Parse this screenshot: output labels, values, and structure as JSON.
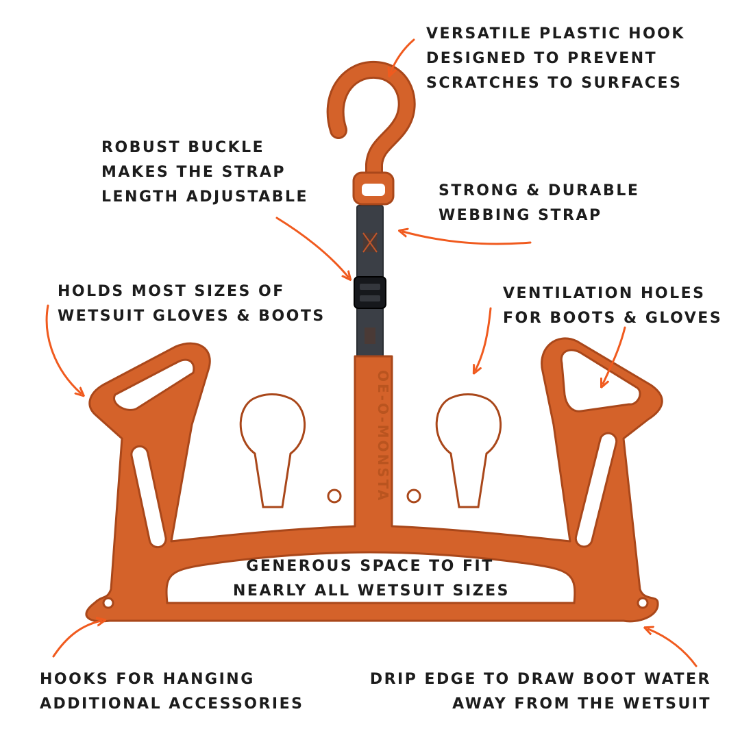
{
  "colors": {
    "hanger": "#d4622a",
    "hanger_edge": "#a9471a",
    "arrow": "#f05a1e",
    "strap": "#3b3f46",
    "text": "#1c1c1c"
  },
  "annotations": {
    "hook": [
      "VERSATILE PLASTIC HOOK",
      "DESIGNED TO PREVENT",
      "SCRATCHES TO SURFACES"
    ],
    "buckle": [
      "ROBUST BUCKLE",
      "MAKES THE STRAP",
      "LENGTH ADJUSTABLE"
    ],
    "strap": [
      "STRONG & DURABLE",
      "WEBBING STRAP"
    ],
    "holds": [
      "HOLDS MOST SIZES OF",
      "WETSUIT GLOVES & BOOTS"
    ],
    "ventilation": [
      "VENTILATION HOLES",
      "FOR BOOTS & GLOVES"
    ],
    "space": [
      "GENEROUS SPACE TO FIT",
      "NEARLY ALL WETSUIT SIZES"
    ],
    "accessories": [
      "HOOKS FOR HANGING",
      "ADDITIONAL ACCESSORIES"
    ],
    "drip": [
      "DRIP EDGE TO DRAW BOOT WATER",
      "AWAY FROM THE WETSUIT"
    ]
  },
  "brand_mark": "OE-O-MONSTA"
}
